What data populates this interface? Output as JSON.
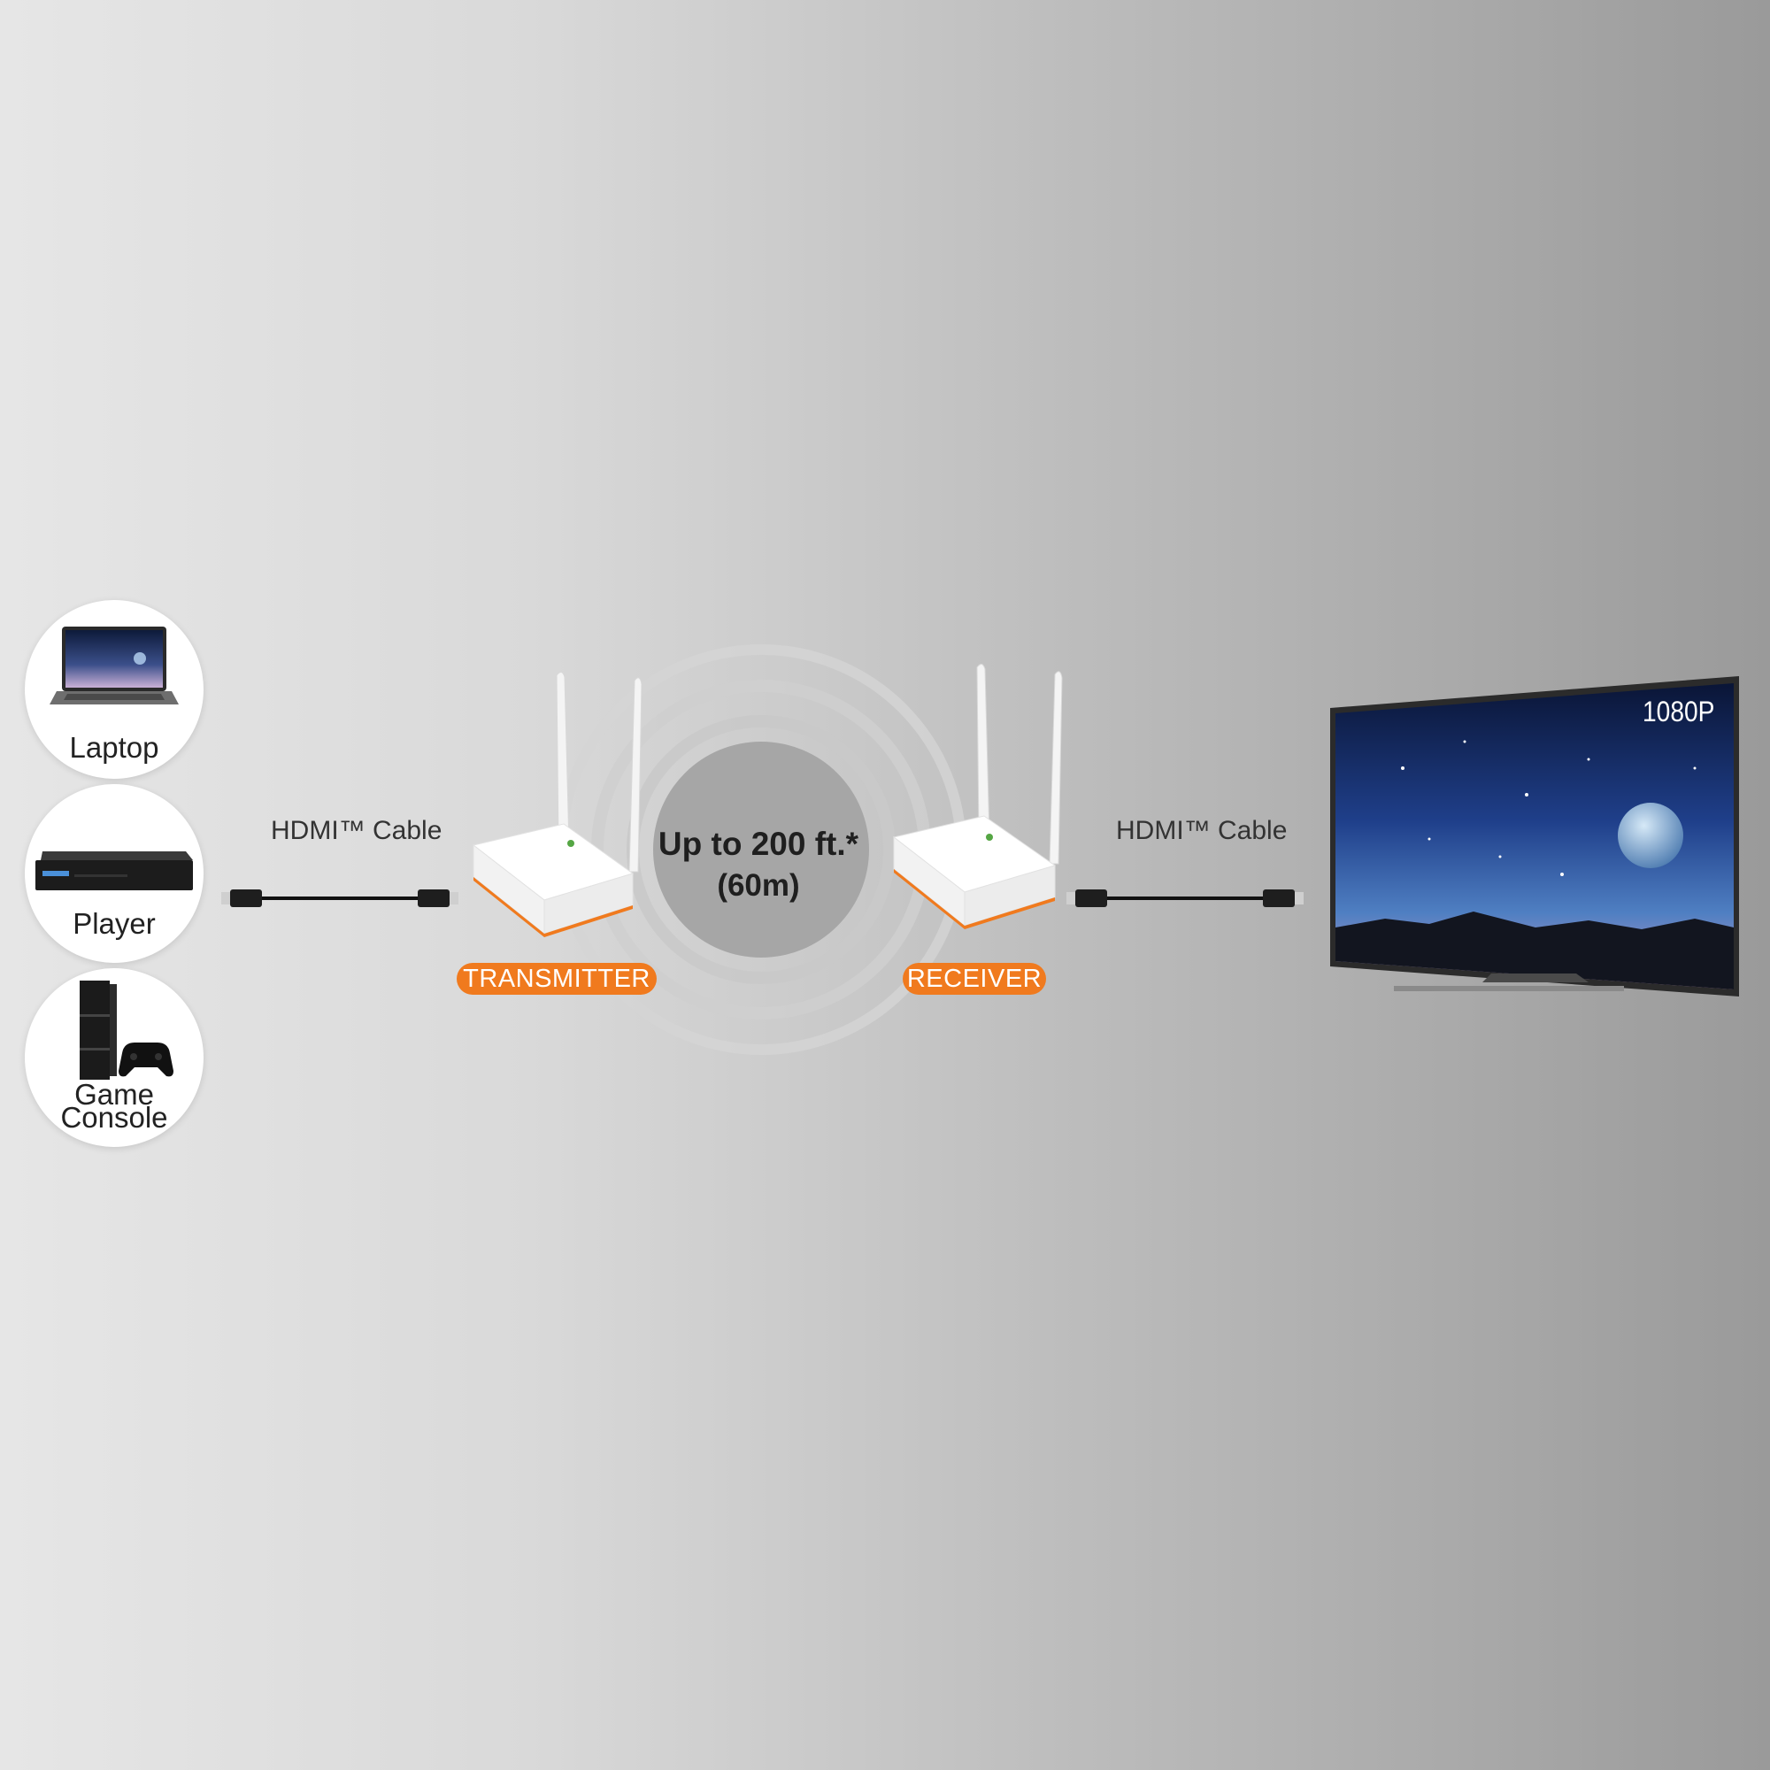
{
  "sources": [
    {
      "label": "Laptop",
      "icon": "laptop-icon"
    },
    {
      "label": "Player",
      "icon": "bluray-player-icon"
    },
    {
      "label": "Game",
      "label2": "Console",
      "icon": "game-console-icon"
    }
  ],
  "cables": {
    "left_label": "HDMI™ Cable",
    "right_label": "HDMI™ Cable"
  },
  "transmitter": {
    "label": "TRANSMITTER"
  },
  "receiver": {
    "label": "RECEIVER"
  },
  "range": {
    "line1": "Up to 200 ft.*",
    "line2": "(60m)"
  },
  "tv": {
    "resolution": "1080P"
  },
  "colors": {
    "accent": "#f07a1e",
    "background_left": "#e6e6e6",
    "background_right": "#9a9a9a"
  }
}
